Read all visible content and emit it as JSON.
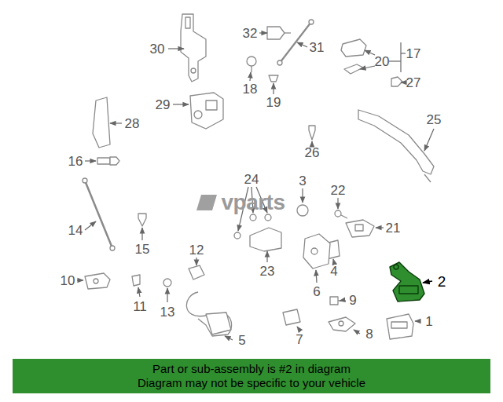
{
  "diagram": {
    "nodes": [
      {
        "text": [
          "Part or sub-assembly is #2 in diagram",
          "Diagram may not be specific to your vehicle"
        ]
      }
    ],
    "labels": [
      "30",
      "32",
      "31",
      "17",
      "20",
      "18",
      "19",
      "27",
      "29",
      "28",
      "25",
      "16",
      "26",
      "24",
      "3",
      "22",
      "14",
      "21",
      "15",
      "23",
      "4",
      "2",
      "10",
      "12",
      "11",
      "13",
      "6",
      "9",
      "5",
      "1",
      "7",
      "8",
      "vparts"
    ]
  }
}
